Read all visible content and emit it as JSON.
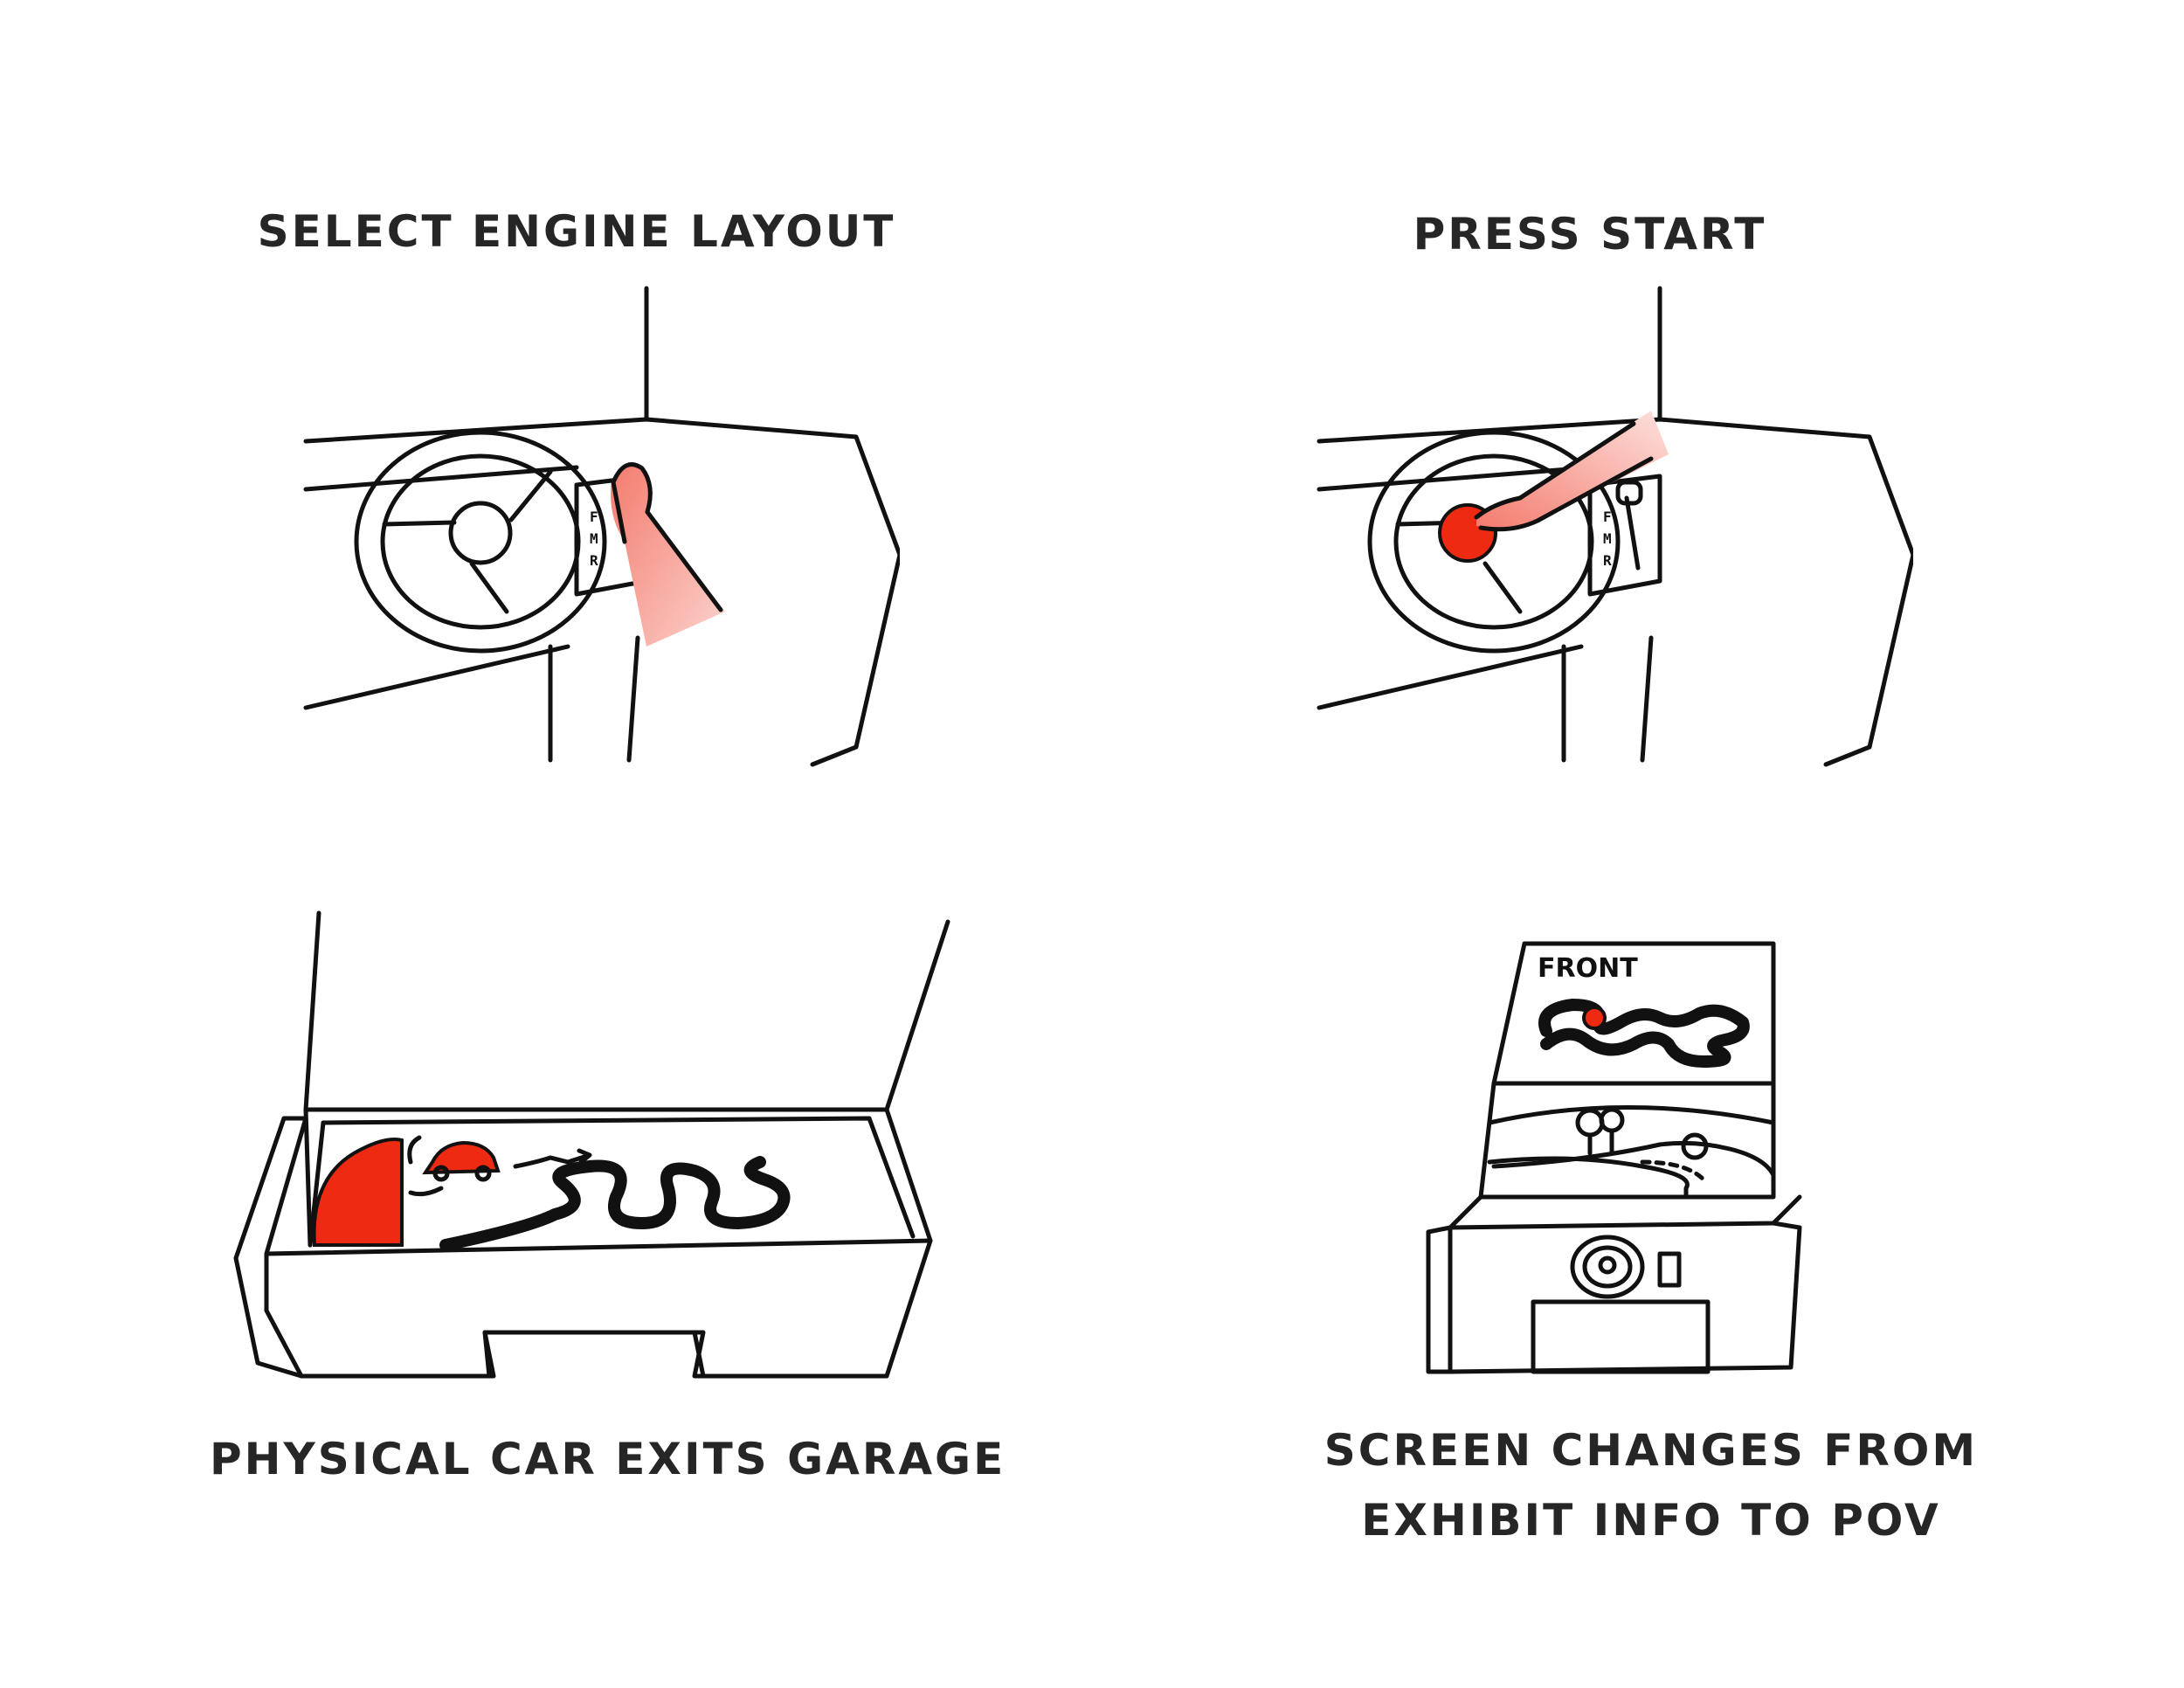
{
  "steps": [
    {
      "caption_lines": [
        "SELECT ENGINE LAYOUT"
      ]
    },
    {
      "caption_lines": [
        "PRESS START"
      ]
    },
    {
      "caption_lines": [
        "PHYSICAL CAR EXITS GARAGE"
      ]
    },
    {
      "caption_lines": [
        "SCREEN CHANGES FROM",
        "EXHIBIT INFO TO POV"
      ]
    }
  ],
  "gear_labels": [
    "F",
    "M",
    "R"
  ],
  "screen_label": "FRONT",
  "colors": {
    "accent": "#ee2a12",
    "ink": "#111111",
    "text": "#262626",
    "background": "#ffffff"
  }
}
